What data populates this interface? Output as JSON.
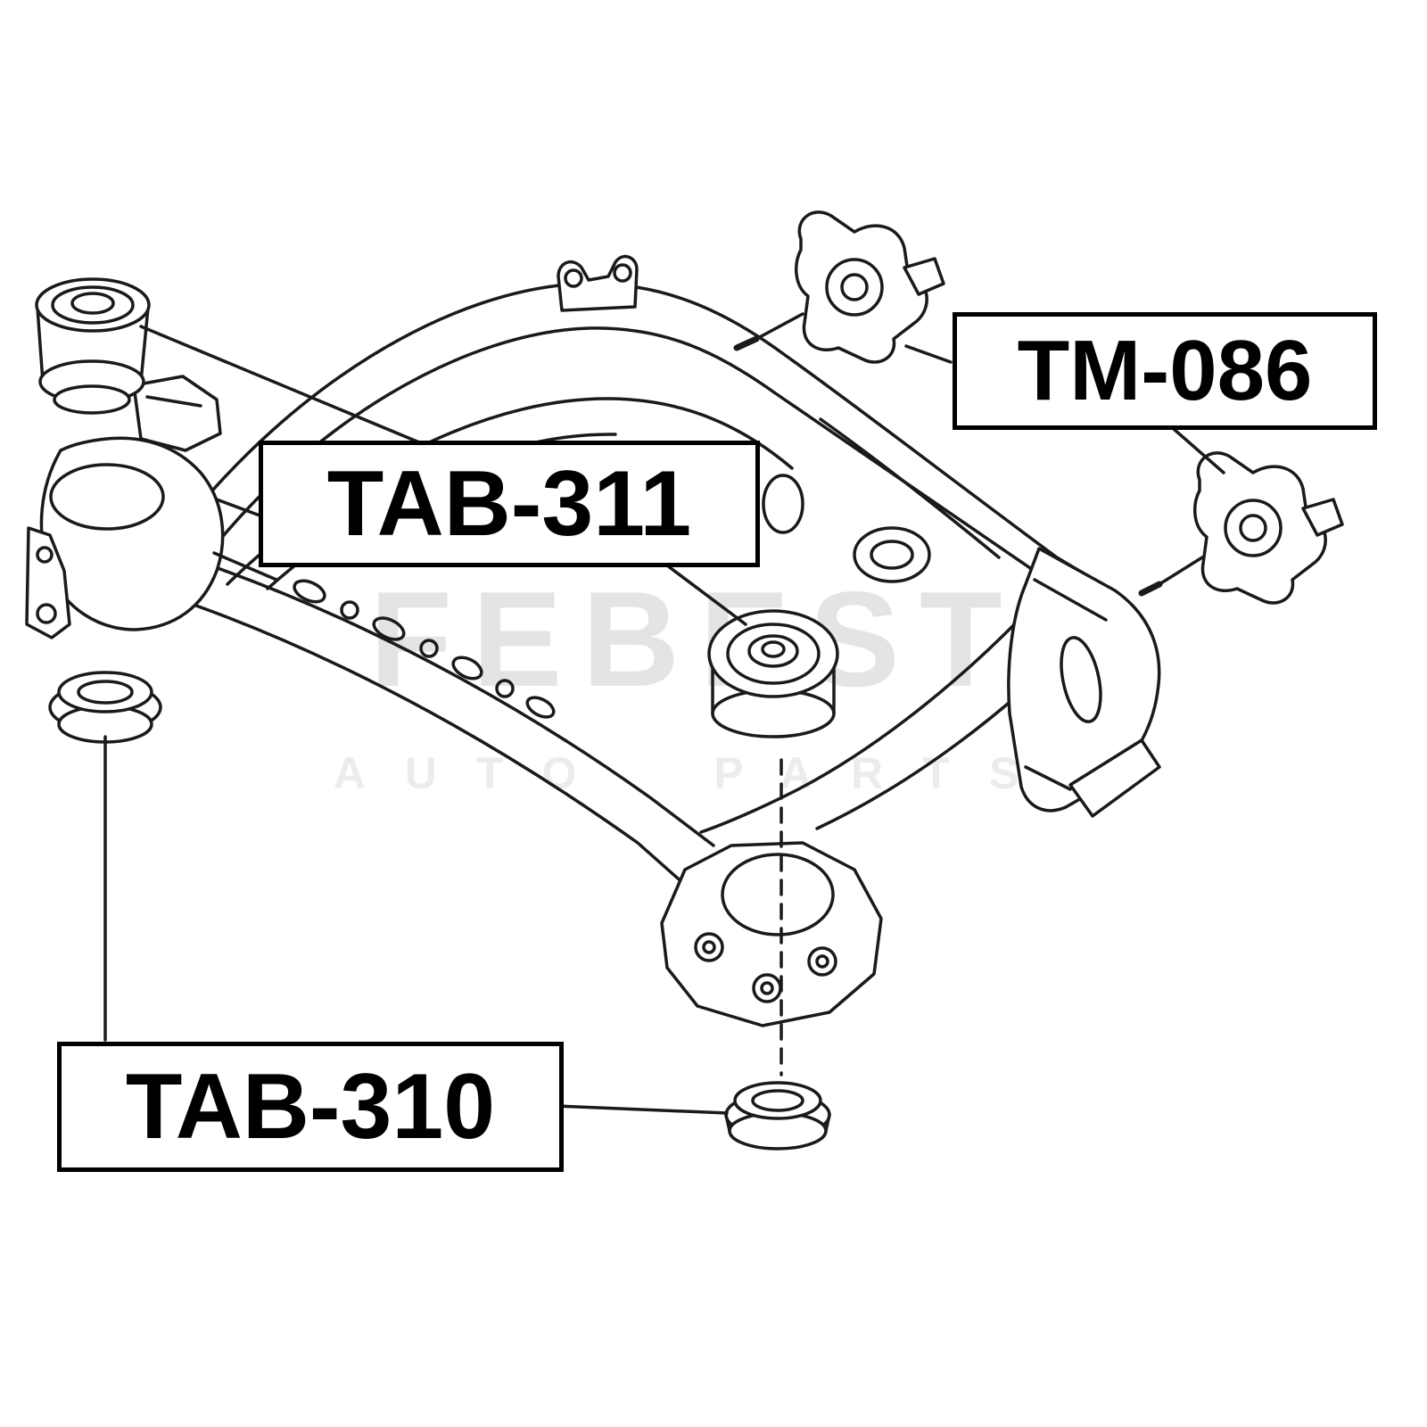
{
  "diagram": {
    "type": "auto-parts-exploded-diagram",
    "background": "#ffffff",
    "line_color": "#1a1a1a",
    "labels": {
      "tab311": {
        "text": "TAB-311"
      },
      "tm086": {
        "text": "TM-086"
      },
      "tab310": {
        "text": "TAB-310"
      }
    },
    "watermark": {
      "line1": "FEBEST",
      "line2": "AUTO PARTS",
      "color": "#e4e4e4"
    }
  }
}
